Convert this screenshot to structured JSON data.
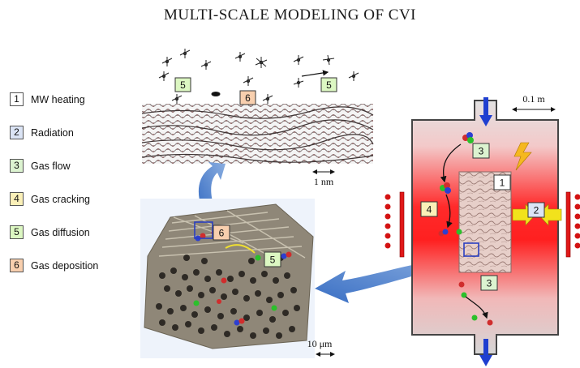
{
  "title": "MULTI-SCALE MODELING OF CVI",
  "legend": [
    {
      "num": "1",
      "label": "MW heating",
      "color": "#ffffff"
    },
    {
      "num": "2",
      "label": "Radiation",
      "color": "#dbe4f5"
    },
    {
      "num": "3",
      "label": "Gas flow",
      "color": "#dcf3d0"
    },
    {
      "num": "4",
      "label": "Gas cracking",
      "color": "#fbf0b8"
    },
    {
      "num": "5",
      "label": "Gas diffusion",
      "color": "#dcf7c2"
    },
    {
      "num": "6",
      "label": "Gas deposition",
      "color": "#f8cfae"
    }
  ],
  "scales": {
    "reactor": "0.1 m",
    "fiber": "10 μm",
    "atomic": "1 nm"
  },
  "callouts": {
    "atomic_diffusion_a": "5",
    "atomic_deposition": "6",
    "atomic_diffusion_b": "5",
    "fiber_deposition": "6",
    "fiber_diffusion": "5",
    "reactor_heating": "1",
    "reactor_radiation": "2",
    "reactor_flow_top": "3",
    "reactor_cracking": "4",
    "reactor_flow_bottom": "3"
  }
}
